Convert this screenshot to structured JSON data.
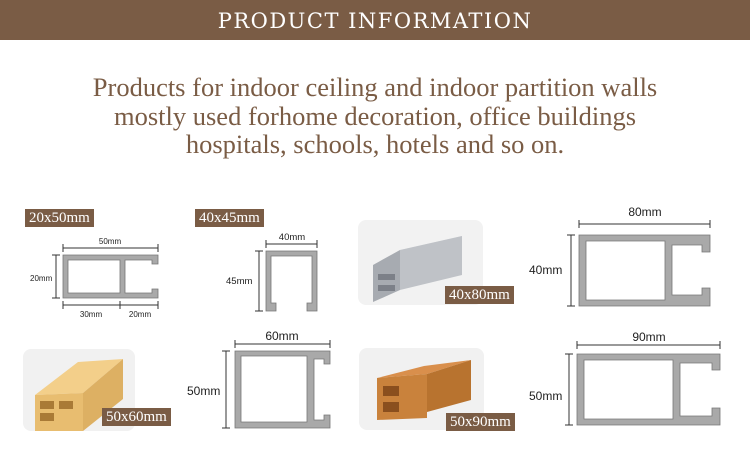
{
  "header": {
    "title": "PRODUCT INFORMATION"
  },
  "description": {
    "line1": "Products for indoor ceiling and indoor partition walls",
    "line2": "mostly used forhome decoration, office buildings",
    "line3": "hospitals, schools, hotels and so on."
  },
  "colors": {
    "brand_brown": "#7a5c45",
    "banner_text": "#ffffff",
    "profile_gray": "#a9a9a9",
    "light_wood": "#e6b769",
    "dark_wood": "#c07d3c",
    "aluminum": "#c4c7cc"
  },
  "products": [
    {
      "size": "20x50mm",
      "dims": {
        "width": "50mm",
        "height": "20mm",
        "left_cell": "30mm",
        "right_cell": "20mm"
      }
    },
    {
      "size": "40x45mm",
      "dims": {
        "width": "40mm",
        "height": "45mm"
      }
    },
    {
      "size": "40x80mm",
      "photo": "aluminum-profile"
    },
    {
      "size": "80x40",
      "dims": {
        "width": "80mm",
        "height": "40mm"
      }
    },
    {
      "size": "50x60mm",
      "photo": "light-wood-profile"
    },
    {
      "size": "50x60",
      "dims": {
        "width": "60mm",
        "height": "50mm"
      }
    },
    {
      "size": "50x90mm",
      "photo": "dark-wood-profile"
    },
    {
      "size": "90x50",
      "dims": {
        "width": "90mm",
        "height": "50mm"
      }
    }
  ]
}
